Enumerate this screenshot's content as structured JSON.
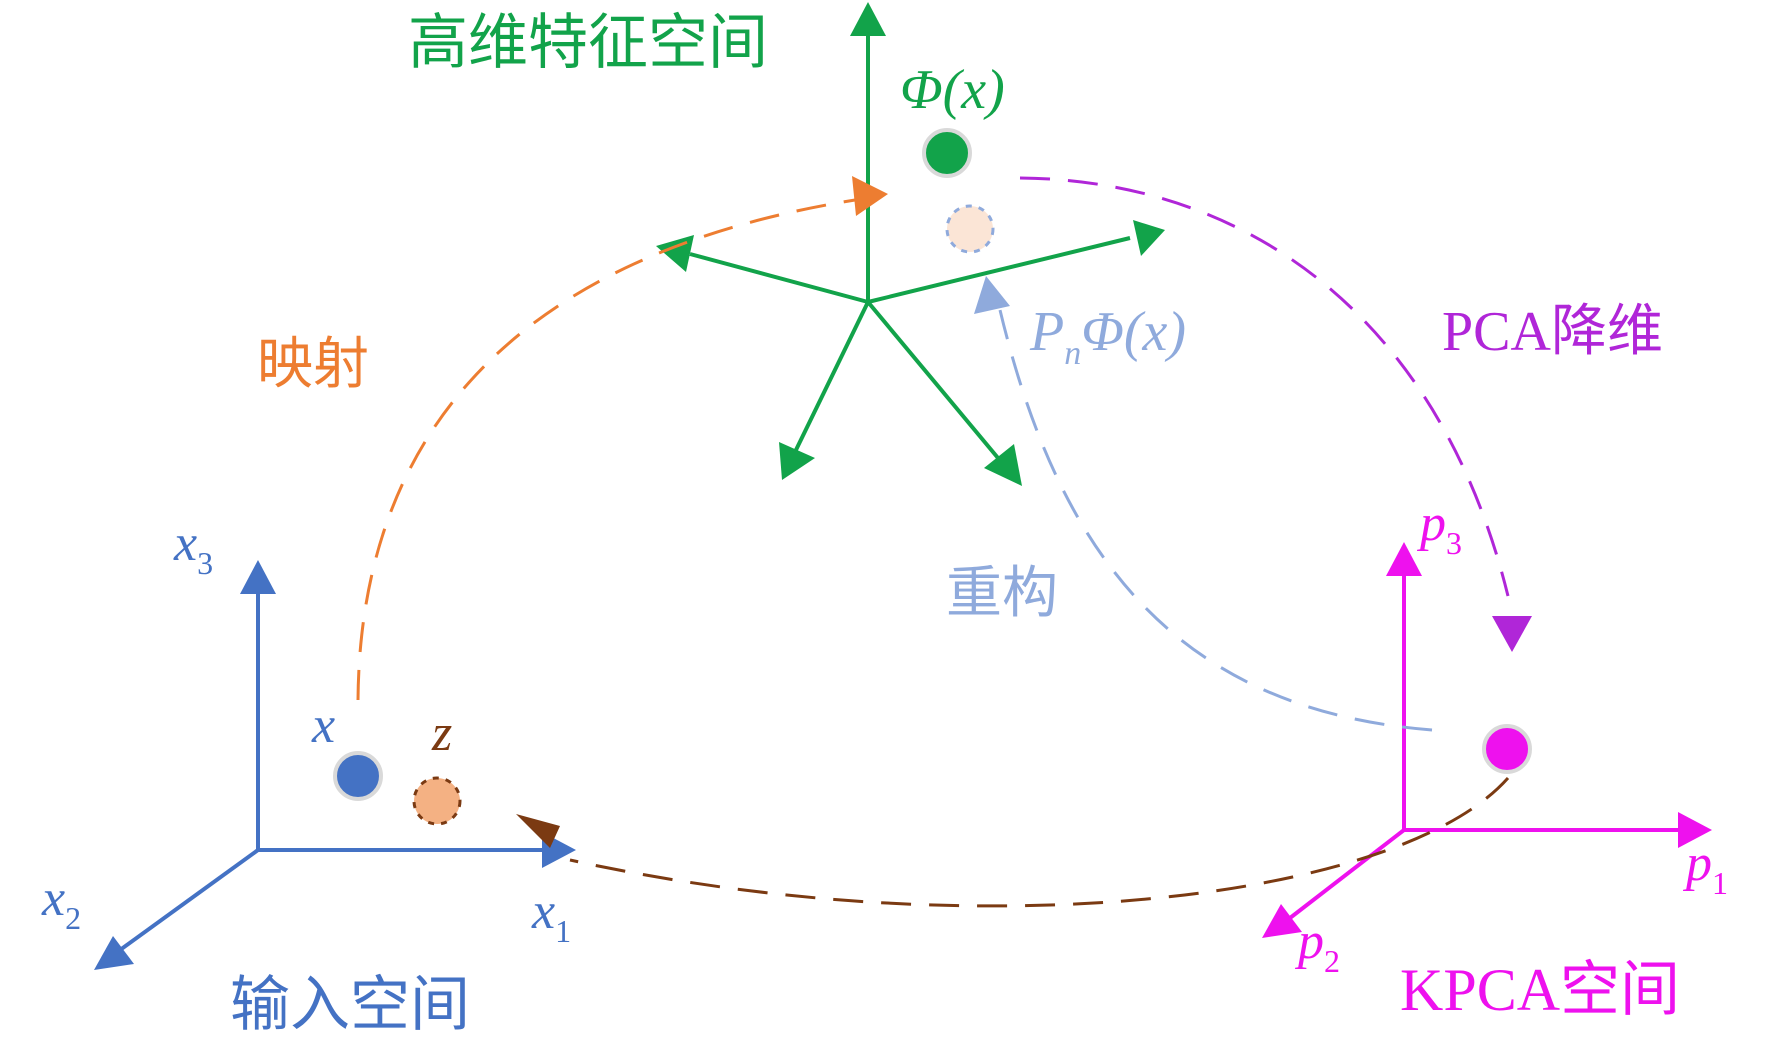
{
  "labels": {
    "feature_space": "高维特征空间",
    "phi_x": "Φ(x)",
    "pn_phi_prefix": "P",
    "pn_phi_sub": "n",
    "pn_phi_suffix": "Φ(x)",
    "mapping": "映射",
    "pca_reduction": "PCA降维",
    "reconstruction": "重构",
    "input_space": "输入空间",
    "kpca_space": "KPCA空间",
    "point_x": "x",
    "point_z": "z",
    "x1": "x",
    "x1_sub": "1",
    "x2": "x",
    "x2_sub": "2",
    "x3": "x",
    "x3_sub": "3",
    "p1": "p",
    "p1_sub": "1",
    "p2": "p",
    "p2_sub": "2",
    "p3": "p",
    "p3_sub": "3"
  },
  "colors": {
    "feature": "#12a34a",
    "input": "#4472c4",
    "kpca": "#ee11ee",
    "mapping": "#ed7d31",
    "pca": "#b026d8",
    "reconstruct": "#8faadc",
    "inverse": "#7b3a12",
    "z_fill": "#f4b183",
    "phi_proj_fill": "#fbe5d6"
  }
}
